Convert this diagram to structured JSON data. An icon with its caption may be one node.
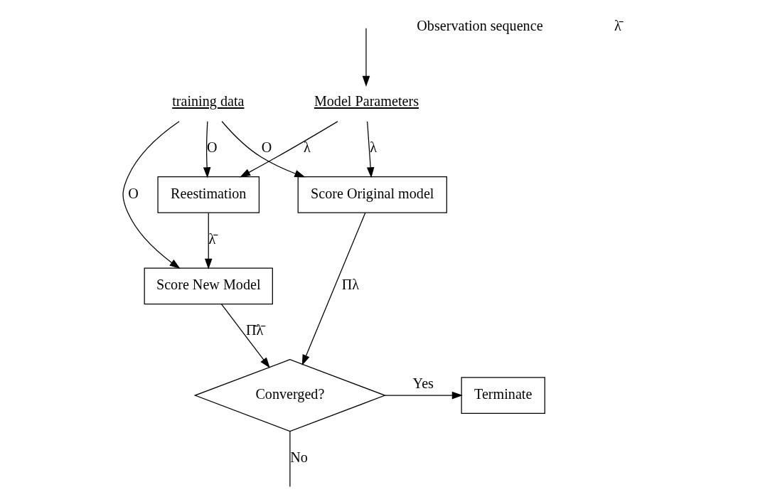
{
  "diagram": {
    "nodes": [
      {
        "text": [
          "Model Parameters"
        ]
      },
      {
        "text": [
          "training data"
        ]
      },
      {
        "text": [
          "Reestimation"
        ]
      },
      {
        "text": [
          "Score New Model"
        ]
      },
      {
        "text": [
          "Score Original model"
        ]
      },
      {
        "text": [
          "Converged?"
        ]
      },
      {
        "text": [
          "Terminate"
        ]
      }
    ],
    "edges": [
      {
        "from": 0,
        "to": 2,
        "arrow": "to",
        "label": "λ"
      },
      {
        "from": 0,
        "to": 4,
        "arrow": "to",
        "label": "λ"
      },
      {
        "from": 1,
        "to": 2,
        "arrow": "to",
        "label": "O"
      },
      {
        "from": 1,
        "to": 3,
        "arrow": "to",
        "label": "O"
      },
      {
        "from": 1,
        "to": 4,
        "arrow": "to",
        "label": "O"
      },
      {
        "from": 2,
        "to": 3,
        "arrow": "to",
        "label": "λ̄"
      },
      {
        "from": 3,
        "to": 5,
        "arrow": "to",
        "label": "Π̄λ̄"
      },
      {
        "from": 4,
        "to": 5,
        "arrow": "to",
        "label": "Πλ"
      },
      {
        "from": 5,
        "to": 6,
        "arrow": "to",
        "label": "Yes"
      },
      {
        "from": 5,
        "to": null,
        "arrow": "none",
        "label": "No"
      },
      {
        "from": null,
        "to": 0,
        "arrow": "to"
      }
    ],
    "labels": [
      "Observation sequence",
      "λ̄"
    ]
  }
}
